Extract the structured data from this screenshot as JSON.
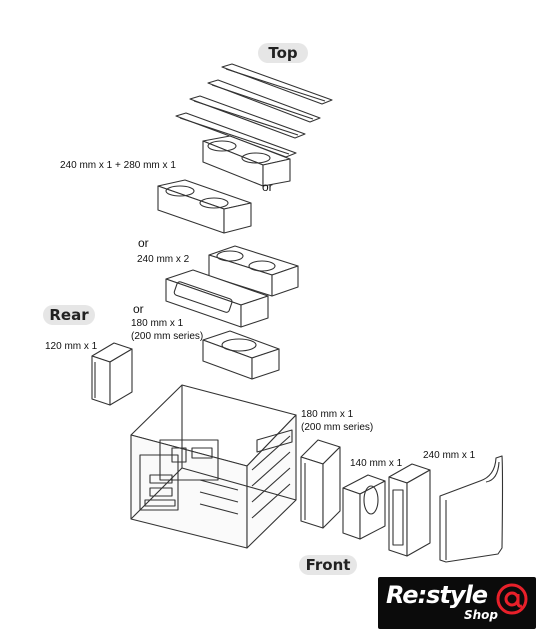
{
  "sections": {
    "top": "Top",
    "rear": "Rear",
    "front": "Front"
  },
  "labels": {
    "top_combo": "240 mm x 1 + 280 mm x 1",
    "top_or_1": "or",
    "top_or_2": "or",
    "top_dual": "240 mm x 2",
    "top_or_3": "or",
    "top_180_line1": "180 mm x 1",
    "top_180_line2": "(200 mm series)",
    "rear_120": "120 mm x 1",
    "front_180_line1": "180 mm x 1",
    "front_180_line2": "(200 mm series)",
    "front_140": "140 mm x 1",
    "front_240": "240 mm x 1"
  },
  "logo": {
    "text": "Re:style",
    "sub": "Shop",
    "accent": "#e8202a"
  },
  "colors": {
    "line": "#333333",
    "pill": "#e6e6e6"
  }
}
